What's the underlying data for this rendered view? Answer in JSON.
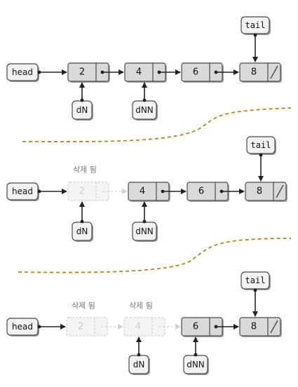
{
  "colors": {
    "node_fill": "#d9d9d9",
    "node_stroke": "#4a4a4a",
    "label_fill": "#f2f2f2",
    "arrow": "#222222",
    "faded_fill": "#f4f4f4",
    "faded_stroke": "#d0d0d0",
    "faded_text": "#c8c8c8",
    "divider": "#b8860b"
  },
  "labels": {
    "head": "head",
    "tail": "tail",
    "dn": "dN",
    "dnn": "dNN",
    "deleted": "삭제 됨"
  },
  "panels": [
    {
      "name": "panel-1",
      "nodes": [
        {
          "value": "2",
          "state": "normal"
        },
        {
          "value": "4",
          "state": "normal"
        },
        {
          "value": "6",
          "state": "normal"
        },
        {
          "value": "8",
          "state": "normal",
          "is_tail": true
        }
      ],
      "dn_index": 0,
      "dnn_index": 1
    },
    {
      "name": "panel-2",
      "nodes": [
        {
          "value": "2",
          "state": "deleted"
        },
        {
          "value": "4",
          "state": "normal"
        },
        {
          "value": "6",
          "state": "normal"
        },
        {
          "value": "8",
          "state": "normal",
          "is_tail": true
        }
      ],
      "dn_index": 0,
      "dnn_index": 1
    },
    {
      "name": "panel-3",
      "nodes": [
        {
          "value": "2",
          "state": "deleted"
        },
        {
          "value": "4",
          "state": "deleted"
        },
        {
          "value": "6",
          "state": "normal"
        },
        {
          "value": "8",
          "state": "normal",
          "is_tail": true
        }
      ],
      "dn_index": 1,
      "dnn_index": 2
    }
  ]
}
